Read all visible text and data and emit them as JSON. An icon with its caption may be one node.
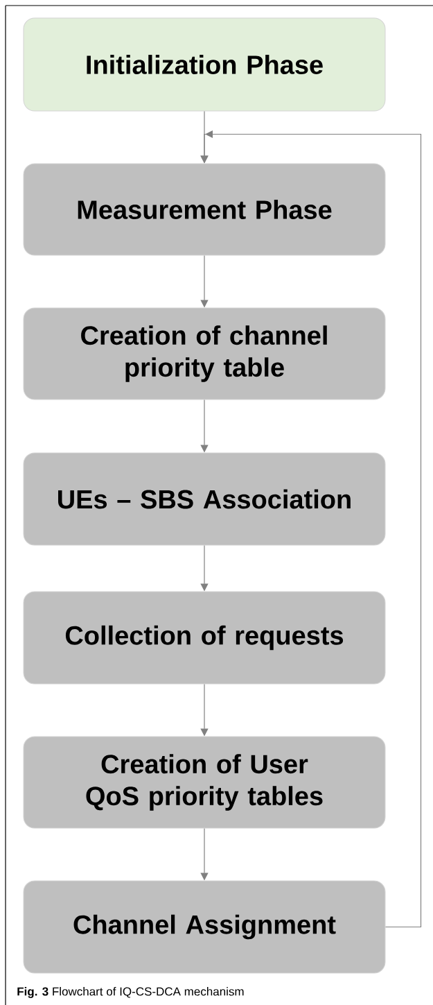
{
  "diagram": {
    "caption": "**Fig. 3** Flowchart of IQ-CS-DCA mechanism",
    "nodes": [
      {
        "text": [
          "Initialization Phase"
        ]
      },
      {
        "text": [
          "Measurement Phase"
        ]
      },
      {
        "text": [
          "Creation of channel priority table"
        ]
      },
      {
        "text": [
          "UEs – SBS Association"
        ]
      },
      {
        "text": [
          "Collection of requests"
        ]
      },
      {
        "text": [
          "Creation of User QoS priority tables"
        ]
      },
      {
        "text": [
          "Channel Assignment"
        ]
      }
    ],
    "edges": [
      {
        "from": 0,
        "to": 1,
        "arrow": "to"
      },
      {
        "from": 1,
        "to": 2,
        "arrow": "to"
      },
      {
        "from": 2,
        "to": 3,
        "arrow": "to"
      },
      {
        "from": 3,
        "to": 4,
        "arrow": "to"
      },
      {
        "from": 4,
        "to": 5,
        "arrow": "to"
      },
      {
        "from": 5,
        "to": 6,
        "arrow": "to"
      },
      {
        "from": 6,
        "to": 1,
        "arrow": "to"
      }
    ]
  }
}
